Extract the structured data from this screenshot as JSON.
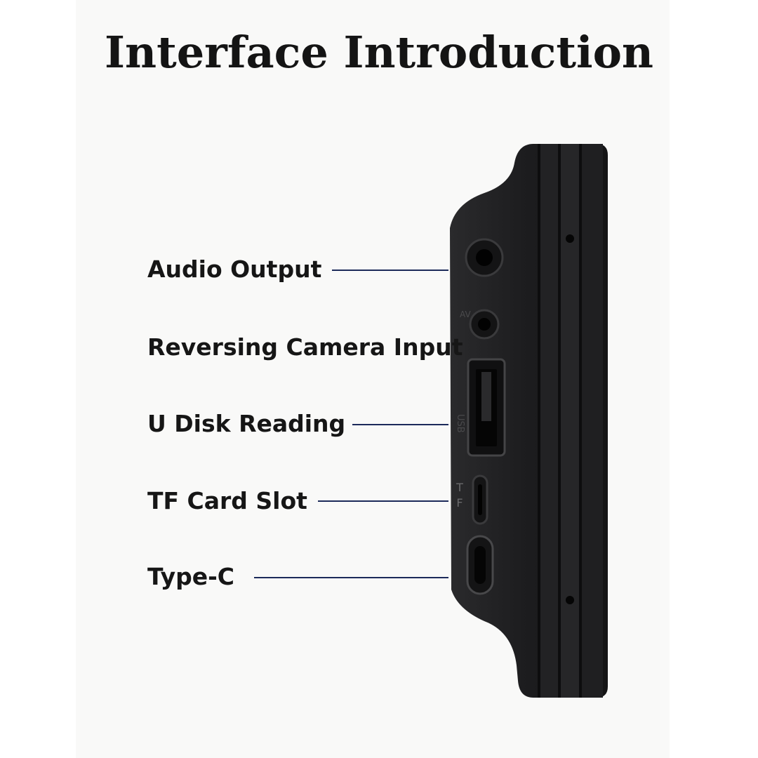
{
  "title": "Interface Introduction",
  "labels": {
    "audio_output": "Audio Output",
    "reversing_camera_input": "Reversing Camera Input",
    "u_disk_reading": "U Disk Reading",
    "tf_card_slot": "TF Card Slot",
    "type_c": "Type-C"
  },
  "port_marks": {
    "tf": "T F"
  },
  "colors": {
    "leader_line": "#1c2a5a",
    "device_body": "#1d1d1f"
  }
}
